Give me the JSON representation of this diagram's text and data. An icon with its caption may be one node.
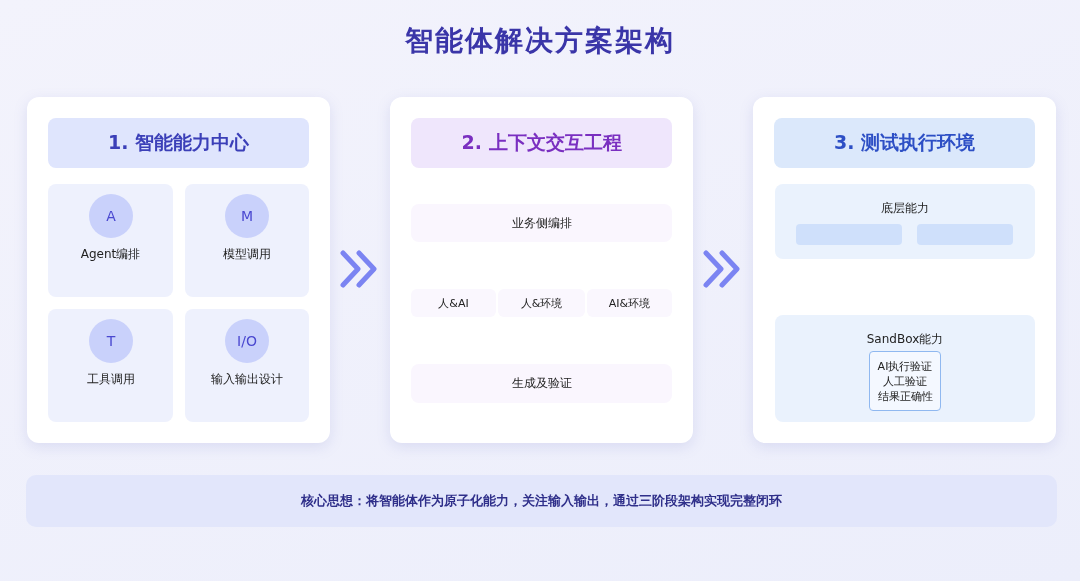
{
  "diagram": {
    "title": "智能体解决方案架构",
    "nodes": [
      {
        "text": [],
        "shape": "box"
      },
      {
        "text": [
          "1. 智能能力中心"
        ],
        "in": 0
      },
      {
        "text": [
          "Agent编排"
        ],
        "in": 0
      },
      {
        "text": [
          "A"
        ],
        "in": 2
      },
      {
        "text": [
          "模型调用"
        ],
        "in": 0
      },
      {
        "text": [
          "M"
        ],
        "in": 4
      },
      {
        "text": [
          "工具调用"
        ],
        "in": 0
      },
      {
        "text": [
          "T"
        ],
        "in": 6
      },
      {
        "text": [
          "输入输出设计"
        ],
        "in": 0
      },
      {
        "text": [
          "I/O"
        ],
        "in": 8
      },
      {
        "text": [],
        "shape": "box"
      },
      {
        "text": [
          "2. 上下文交互工程"
        ],
        "in": 10
      },
      {
        "text": [
          "业务侧编排"
        ],
        "in": 10
      },
      {
        "text": [
          "人&AI"
        ],
        "in": 10
      },
      {
        "text": [
          "人&环境"
        ],
        "in": 10
      },
      {
        "text": [
          "AI&环境"
        ],
        "in": 10
      },
      {
        "text": [
          "生成及验证"
        ],
        "in": 10
      },
      {
        "text": [],
        "shape": "box"
      },
      {
        "text": [
          "3. 测试执行环境"
        ],
        "in": 17
      },
      {
        "text": [
          "底层能力"
        ],
        "in": 17
      },
      {
        "text": [],
        "shape": "box",
        "in": 19
      },
      {
        "text": [],
        "shape": "box",
        "in": 19
      },
      {
        "text": [
          "SandBox能力"
        ],
        "in": 17
      },
      {
        "text": [
          "AI执行验证",
          "人工验证",
          "结果正确性"
        ],
        "in": 22
      },
      {
        "text": [
          "核心思想：将智能体作为原子化能力，关注输入输出，通过三阶段架构实现完整闭环"
        ]
      }
    ],
    "edges": [
      {
        "from": 0,
        "to": 10,
        "arrow": "to"
      },
      {
        "from": 10,
        "to": 17,
        "arrow": "to"
      }
    ]
  }
}
